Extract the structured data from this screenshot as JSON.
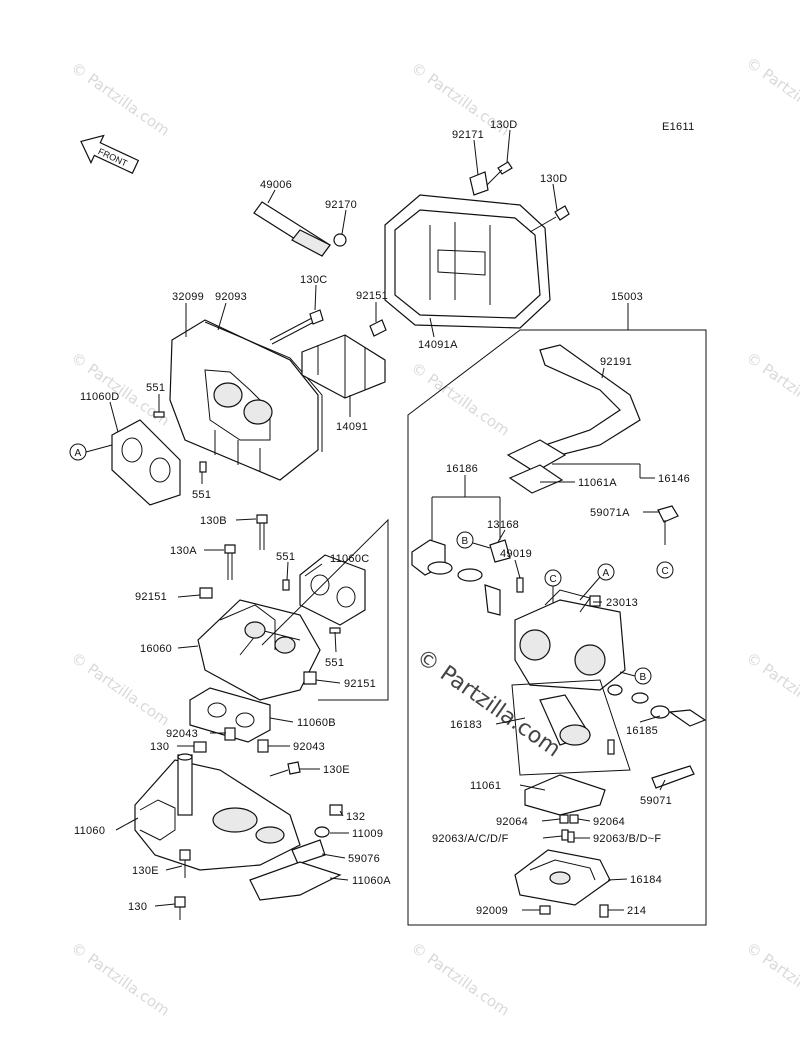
{
  "diagram_code": "E1611",
  "front_label": "FRONT",
  "watermark_text": "© Partzilla.com",
  "watermark_small": "© Partzilla.com",
  "parts": {
    "p130D_a": "130D",
    "p92171": "92171",
    "p130D_b": "130D",
    "p49006": "49006",
    "p92170": "92170",
    "p130C": "130C",
    "p92151_top": "92151",
    "p32099": "32099",
    "p92093": "92093",
    "p14091A": "14091A",
    "p15003": "15003",
    "p551_a": "551",
    "p11060D": "11060D",
    "p14091": "14091",
    "p92191": "92191",
    "p551_b": "551",
    "p16186": "16186",
    "p16146": "16146",
    "p11061A": "11061A",
    "p130B": "130B",
    "p13168": "13168",
    "p59071A": "59071A",
    "p130A": "130A",
    "p551_c": "551",
    "p11060C": "11060C",
    "p49019": "49019",
    "p92151_mid": "92151",
    "p23013": "23013",
    "p16060": "16060",
    "p551_d": "551",
    "p92151_low": "92151",
    "p16183": "16183",
    "p11060B": "11060B",
    "p92043_a": "92043",
    "p130": "130",
    "p92043_b": "92043",
    "p16185": "16185",
    "p130E_a": "130E",
    "p11061": "11061",
    "p59071": "59071",
    "p132": "132",
    "p11060": "11060",
    "p11009": "11009",
    "p92064_a": "92064",
    "p92064_b": "92064",
    "p92063_a": "92063/A/C/D/F",
    "p92063_b": "92063/B/D~F",
    "p130E_b": "130E",
    "p59076": "59076",
    "p16184": "16184",
    "p11060A": "11060A",
    "p130_b": "130",
    "p92009": "92009",
    "p214": "214"
  },
  "callouts": {
    "A1": "A",
    "A2": "A",
    "B1": "B",
    "B2": "B",
    "C1": "C",
    "C2": "C"
  }
}
